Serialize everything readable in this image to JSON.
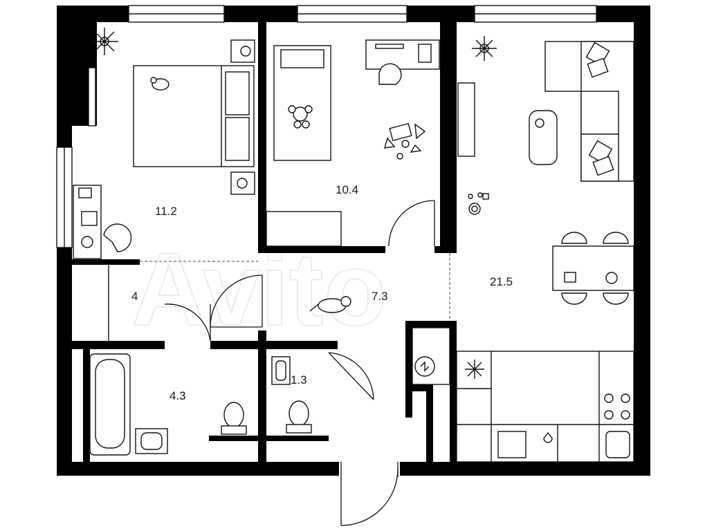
{
  "rooms": [
    {
      "id": "bedroom",
      "area": "11.2"
    },
    {
      "id": "kids-room",
      "area": "10.4"
    },
    {
      "id": "living-kitchen",
      "area": "21.5"
    },
    {
      "id": "wardrobe",
      "area": "4"
    },
    {
      "id": "hallway",
      "area": "7.3"
    },
    {
      "id": "bathroom",
      "area": "4.3"
    },
    {
      "id": "toilet",
      "area": "1.3"
    }
  ],
  "watermark": "Avito",
  "colors": {
    "wall": "#000000",
    "line": "#111111",
    "background": "#ffffff",
    "watermark": "#e6e6e6"
  }
}
